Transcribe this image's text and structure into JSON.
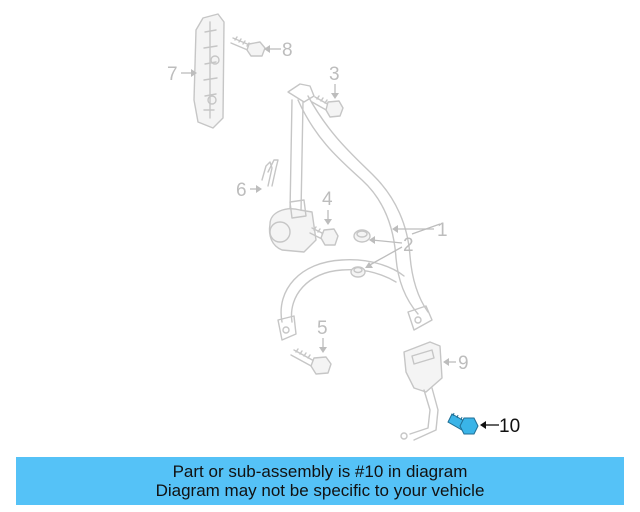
{
  "callouts": [
    {
      "id": "1",
      "label": "1"
    },
    {
      "id": "2",
      "label": "2"
    },
    {
      "id": "3",
      "label": "3"
    },
    {
      "id": "4",
      "label": "4"
    },
    {
      "id": "5",
      "label": "5"
    },
    {
      "id": "6",
      "label": "6"
    },
    {
      "id": "7",
      "label": "7"
    },
    {
      "id": "8",
      "label": "8"
    },
    {
      "id": "9",
      "label": "9"
    },
    {
      "id": "10",
      "label": "10"
    }
  ],
  "highlighted_part": "10",
  "colors": {
    "banner": "#55c2f7",
    "highlight_part": "#3ab4e8",
    "faded_part": "#c6c6c6"
  },
  "banner": {
    "line1": "Part or sub-assembly is #10 in diagram",
    "line2": "Diagram may not be specific to your vehicle"
  }
}
